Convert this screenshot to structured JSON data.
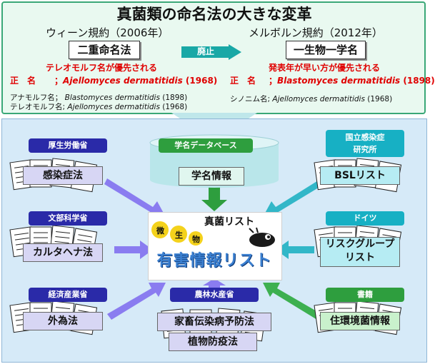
{
  "title": "真菌類の命名法の大きな変革",
  "vienna": {
    "heading": "ウィーン規約（2006年）",
    "box": "二重命名法",
    "note": "テレオモルフ名が優先される",
    "official_label": "正　名",
    "official_name": "Ajellomyces dermatitidis",
    "official_year": "(1968)",
    "anamorph_label": "アナモルフ名；",
    "anamorph_name": "Blastomyces dermatitidis",
    "anamorph_year": "(1898)",
    "teleomorph_label": "テレオモルフ名;",
    "teleomorph_name": "Ajellomyces dermatitidis",
    "teleomorph_year": "(1968)"
  },
  "melbourne": {
    "heading": "メルボルン規約（2012年）",
    "box": "一生物一学名",
    "note": "発表年が早い方が優先される",
    "official_label": "正　名",
    "official_name": "Blastomyces dermatitidis",
    "official_year": "(1898)",
    "synonym_label": "シノニム名;",
    "synonym_name": "Ajellomyces dermatitidis",
    "synonym_year": "(1968)"
  },
  "abolish_label": "廃止",
  "database": {
    "title": "学名データベース",
    "box": "学名情報"
  },
  "center": {
    "title": "真菌リスト",
    "list_title": "有害情報リスト",
    "microbe_chars": [
      "微",
      "生",
      "物"
    ]
  },
  "sources_left": [
    {
      "agency": "厚生労働省",
      "law": "感染症法"
    },
    {
      "agency": "文部科学省",
      "law": "カルタヘナ法"
    },
    {
      "agency": "経済産業省",
      "law": "外為法"
    }
  ],
  "sources_right": [
    {
      "agency": "国立感染症\n研究所",
      "law": "BSLリスト"
    },
    {
      "agency": "ドイツ",
      "law": "リスクグループ\nリスト"
    },
    {
      "agency": "書籍",
      "law": "住環境菌情報"
    }
  ],
  "source_bottom": {
    "agency": "農林水産省",
    "laws": [
      "家畜伝染病予防法",
      "植物防疫法"
    ]
  },
  "colors": {
    "agency_blue": "#2a2aa8",
    "agency_teal": "#17b0c4",
    "agency_green": "#2e9e3e",
    "arrow_purple": "#8a7cf0",
    "arrow_teal": "#32b7c8",
    "arrow_green": "#3db050",
    "red_text": "#e00000"
  }
}
